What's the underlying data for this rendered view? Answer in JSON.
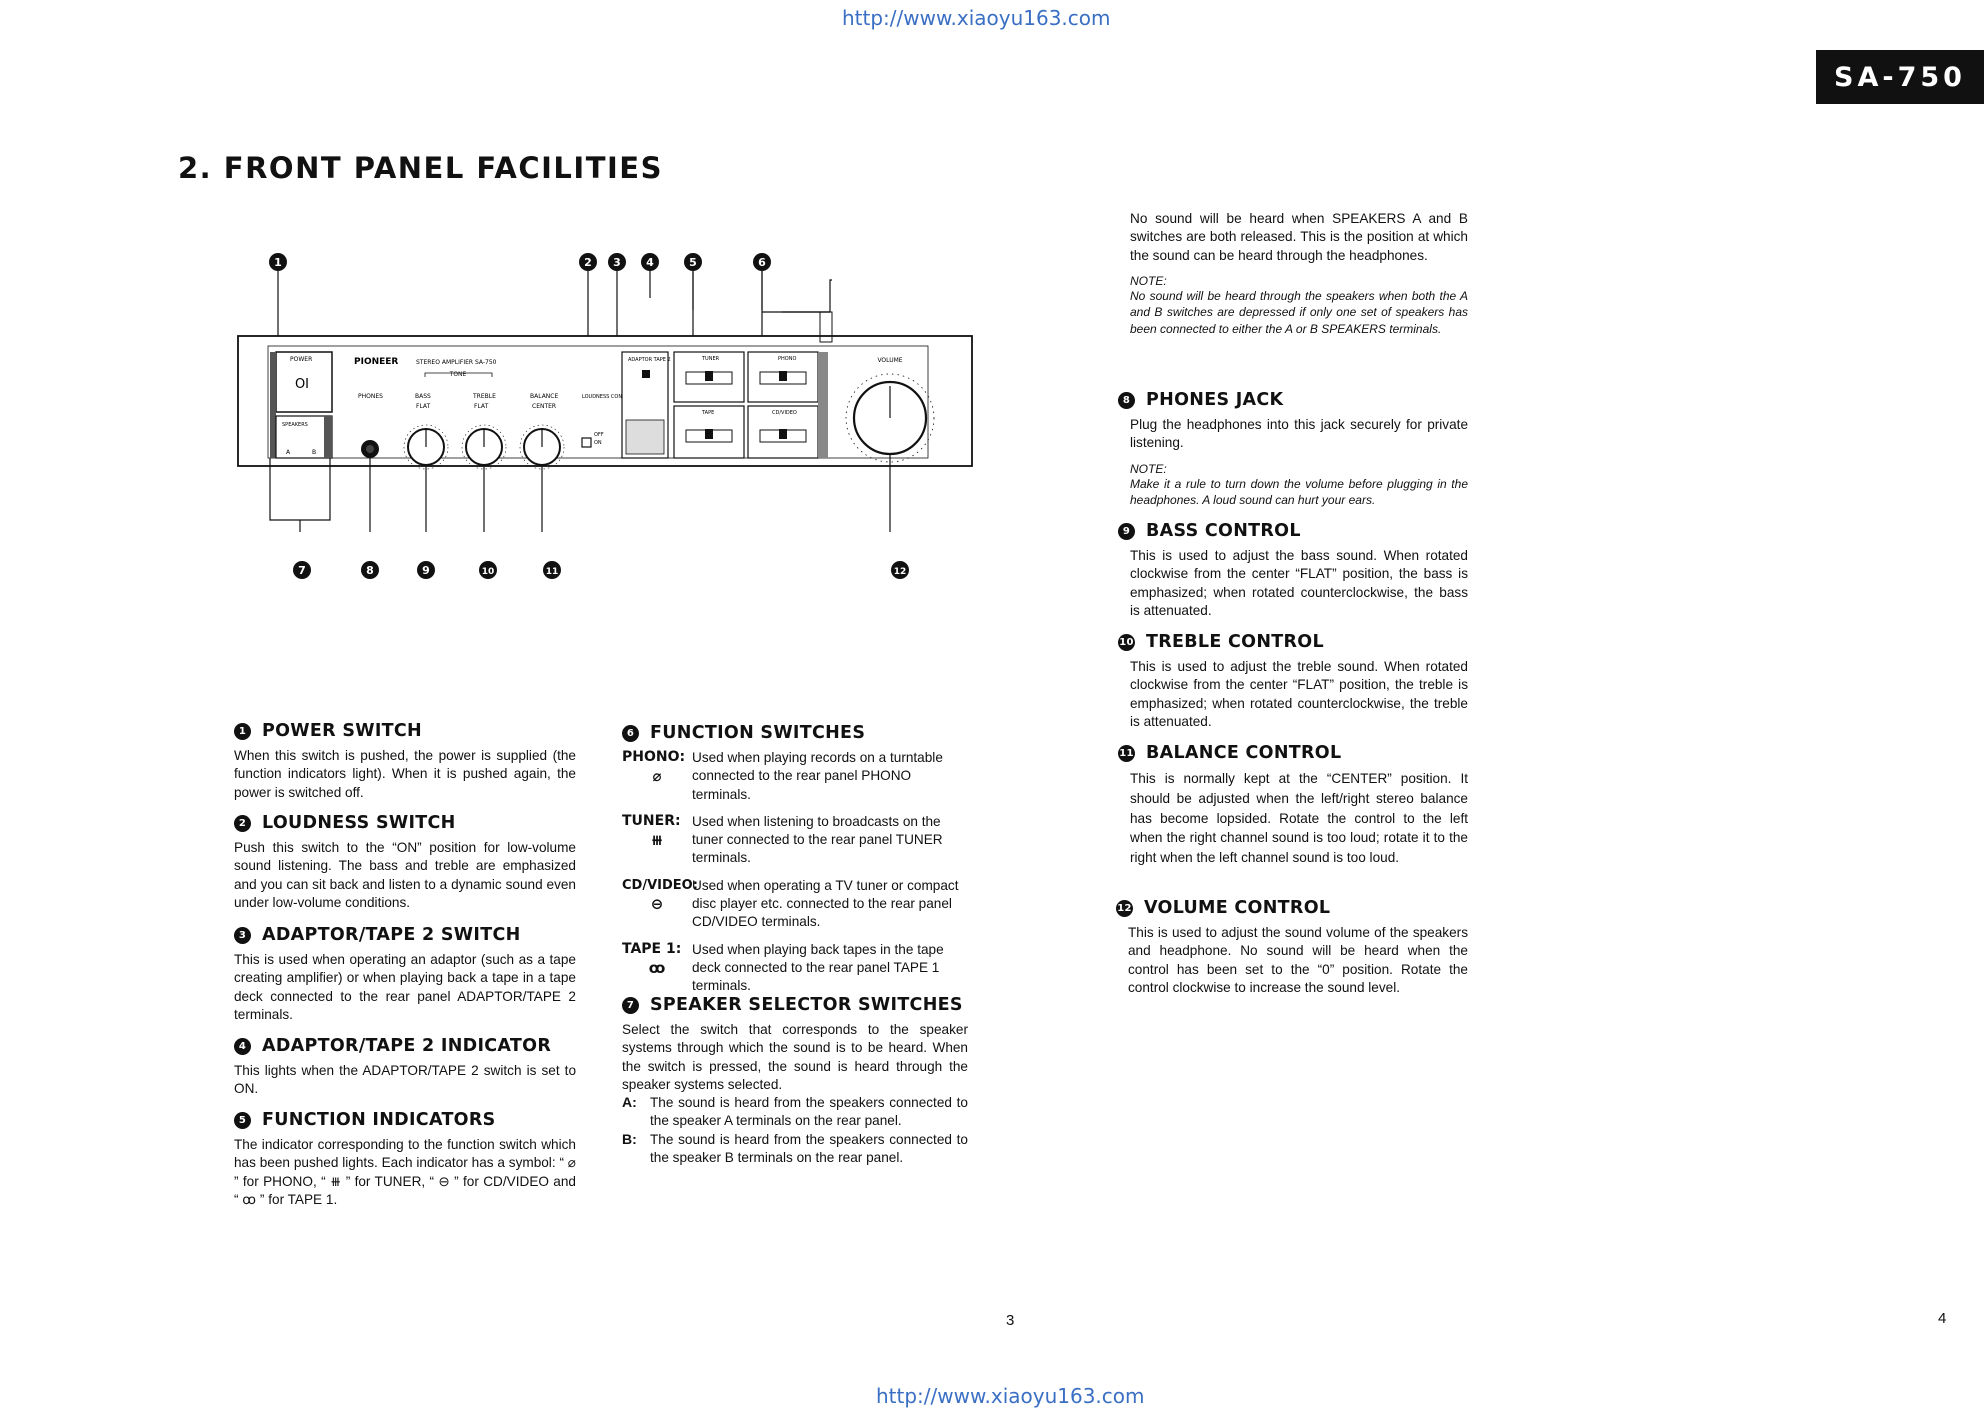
{
  "header": {
    "url_top": "http://www.xiaoyu163.com",
    "url_bottom": "http://www.xiaoyu163.com",
    "model": "SA-750"
  },
  "page_title": "2. FRONT PANEL FACILITIES",
  "diagram": {
    "brand": "PIONEER",
    "model_text": "STEREO AMPLIFIER SA-750",
    "knob_labels": {
      "power": "POWER",
      "phones": "PHONES",
      "tone": "TONE",
      "bass": "BASS",
      "treble": "TREBLE",
      "flat1": "FLAT",
      "flat2": "FLAT",
      "balance": "BALANCE",
      "center": "CENTER",
      "loudness": "LOUDNESS CONTROL",
      "off": "OFF",
      "on": "ON",
      "adaptor": "ADAPTOR TAPE 2",
      "tuner": "TUNER",
      "phono": "PHONO",
      "tape": "TAPE",
      "cdvideo": "CD/VIDEO",
      "volume": "VOLUME",
      "speakers": "SPEAKERS",
      "spk_a": "A",
      "spk_b": "B"
    },
    "callouts_top": [
      "1",
      "2",
      "3",
      "4",
      "5",
      "6"
    ],
    "callouts_bottom": [
      "7",
      "8",
      "9",
      "10",
      "11",
      "12"
    ]
  },
  "sections": {
    "s1": {
      "num": "1",
      "title": "POWER SWITCH",
      "body": "When this switch is pushed, the power is supplied (the function indicators light). When it is pushed again, the power is switched off."
    },
    "s2": {
      "num": "2",
      "title": "LOUDNESS SWITCH",
      "body": "Push this switch to the “ON” position for low-volume sound listening. The bass and treble are emphasized and you can sit back and listen to a dynamic sound even under low-volume conditions."
    },
    "s3": {
      "num": "3",
      "title": "ADAPTOR/TAPE 2 SWITCH",
      "body": "This is used when operating an adaptor (such as a tape creating amplifier) or when playing back a tape in a tape deck connected to the rear panel ADAPTOR/TAPE 2 terminals."
    },
    "s4": {
      "num": "4",
      "title": "ADAPTOR/TAPE 2 INDICATOR",
      "body": "This lights when the ADAPTOR/TAPE 2 switch is set to ON."
    },
    "s5": {
      "num": "5",
      "title": "FUNCTION INDICATORS",
      "body": "The indicator corresponding to the function switch which has been pushed lights. Each indicator has a symbol: “ ⌀ ” for PHONO, “ ⧻ ” for TUNER, “ ⊖ ” for CD/VIDEO and “ ꝏ ” for TAPE 1."
    },
    "s6": {
      "num": "6",
      "title": "FUNCTION SWITCHES",
      "items": [
        {
          "key": "PHONO:",
          "symbol": "⌀",
          "desc": "Used when playing records on a turntable connected to the rear panel PHONO terminals."
        },
        {
          "key": "TUNER:",
          "symbol": "⧻",
          "desc": "Used when listening to broadcasts on the tuner connected to the rear panel TUNER terminals."
        },
        {
          "key": "CD/VIDEO:",
          "symbol": "⊖",
          "desc": "Used when operating a  TV  tuner or compact disc player etc. connected to the rear panel CD/VIDEO terminals."
        },
        {
          "key": "TAPE 1:",
          "symbol": "ꝏ",
          "desc": "Used when playing back tapes in the tape deck connected to the rear panel TAPE 1 terminals."
        }
      ]
    },
    "s7": {
      "num": "7",
      "title": "SPEAKER SELECTOR SWITCHES",
      "body": "Select the switch that corresponds to the speaker systems through which the sound is to be heard. When the switch is pressed, the sound is heard through the speaker systems selected.",
      "items": [
        {
          "key": "A:",
          "desc": "The sound is heard from the speakers connected to the speaker A terminals on the rear panel."
        },
        {
          "key": "B:",
          "desc": "The sound is heard from the speakers connected to the speaker B terminals on the rear panel."
        }
      ]
    },
    "s7cont": {
      "body": "No sound will be heard when SPEAKERS A and B switches are both released. This is the position at which the sound can be heard through the headphones.",
      "note_label": "NOTE:",
      "note": "No sound will be heard through the speakers when both the A and B switches are depressed if only one set of speakers has been connected to either the A or B SPEAKERS terminals."
    },
    "s8": {
      "num": "8",
      "title": "PHONES JACK",
      "body": "Plug the headphones into this jack securely for private listening.",
      "note_label": "NOTE:",
      "note": "Make it a rule to turn down the volume before plugging in the headphones. A loud sound can hurt your ears."
    },
    "s9": {
      "num": "9",
      "title": "BASS CONTROL",
      "body": "This is used to adjust the bass sound. When rotated clockwise from the center “FLAT” position, the bass is emphasized; when rotated counterclockwise, the bass is attenuated."
    },
    "s10": {
      "num": "10",
      "title": "TREBLE CONTROL",
      "body": "This is used to adjust the treble sound. When rotated clockwise from the center “FLAT” position, the treble is emphasized; when rotated counterclockwise, the treble is attenuated."
    },
    "s11": {
      "num": "11",
      "title": "BALANCE CONTROL",
      "body": "This is normally kept at the “CENTER” position. It should be adjusted when the left/right stereo balance has become lopsided. Rotate the control to the left when the right channel sound is too loud; rotate it to the right when the left channel sound is too loud."
    },
    "s12": {
      "num": "12",
      "title": "VOLUME CONTROL",
      "body": "This is used to adjust the sound volume of the speakers and headphone. No sound will be heard when the control has been set to the “0” position. Rotate the control clockwise to increase the sound level."
    }
  },
  "page_numbers": {
    "left": "3",
    "right": "4"
  }
}
